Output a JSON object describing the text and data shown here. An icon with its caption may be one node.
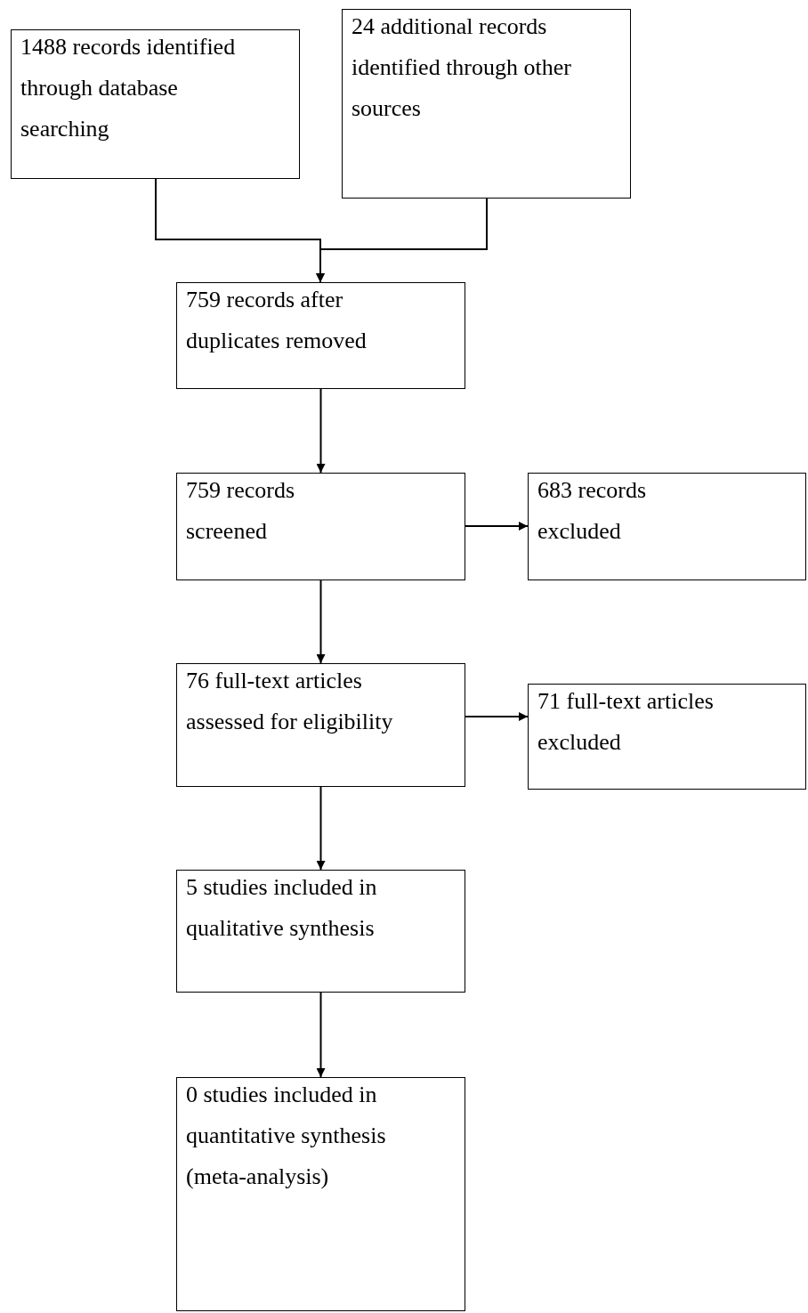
{
  "diagram": {
    "nodes": [
      {
        "text": [
          "1488 records identified through database searching"
        ]
      },
      {
        "text": [
          "24 additional records identified through other sources"
        ]
      },
      {
        "text": [
          "759 records after duplicates removed"
        ]
      },
      {
        "text": [
          "759 records screened"
        ]
      },
      {
        "text": [
          "683 records excluded"
        ]
      },
      {
        "text": [
          "76 full-text articles assessed for eligibility"
        ]
      },
      {
        "text": [
          "71 full-text articles excluded"
        ]
      },
      {
        "text": [
          "5 studies included in qualitative synthesis"
        ]
      },
      {
        "text": [
          "0 studies included in quantitative synthesis (meta-analysis)"
        ]
      }
    ],
    "edges": [
      {
        "from": 0,
        "to": 2,
        "arrow": "to"
      },
      {
        "from": 1,
        "to": 2,
        "arrow": "to"
      },
      {
        "from": 2,
        "to": 3,
        "arrow": "to"
      },
      {
        "from": 3,
        "to": 4,
        "arrow": "to"
      },
      {
        "from": 3,
        "to": 5,
        "arrow": "to"
      },
      {
        "from": 5,
        "to": 6,
        "arrow": "to"
      },
      {
        "from": 5,
        "to": 7,
        "arrow": "to"
      },
      {
        "from": 7,
        "to": 8,
        "arrow": "to"
      }
    ]
  }
}
